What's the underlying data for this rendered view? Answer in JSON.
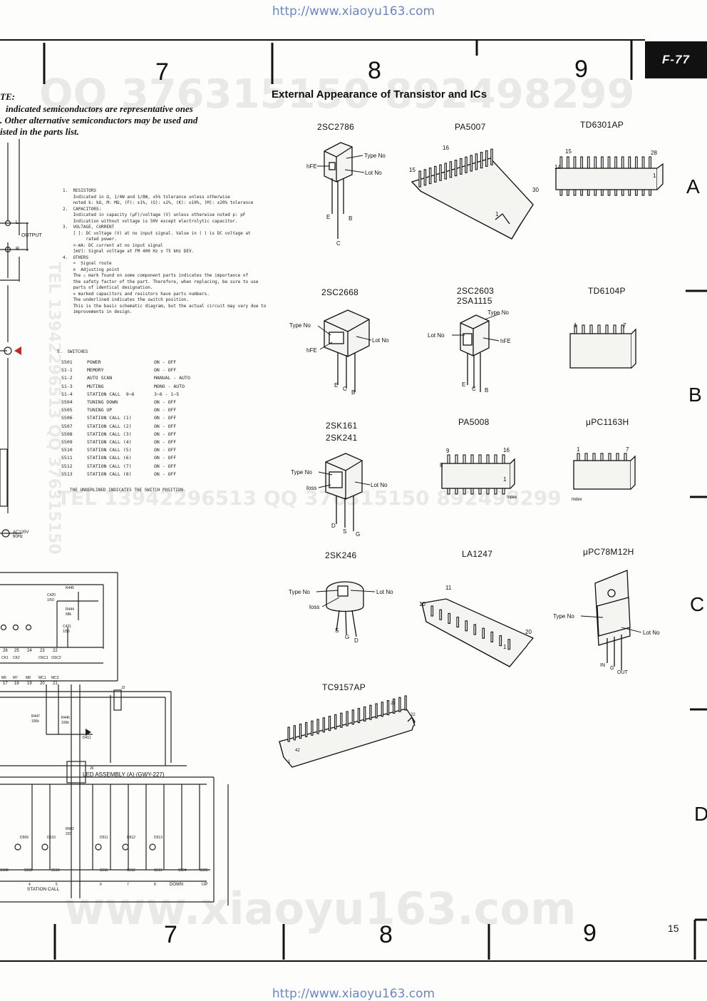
{
  "source_url": "http://www.xiaoyu163.com",
  "page_code": "F-77",
  "page_number": "15",
  "columns": [
    "7",
    "8",
    "9"
  ],
  "rows": [
    "A",
    "B",
    "C",
    "D"
  ],
  "note": {
    "heading": "TE:",
    "lines": [
      "indicated semiconductors are representative ones",
      ". Other alternative semiconductors may be used and",
      "isted in the parts list."
    ]
  },
  "schematic_notes": {
    "items": [
      "1.  RESISTORS",
      "    Indicated in Ω, 1/4W and 1/8W, ±5% tolerance unless otherwise",
      "    noted k: kΩ, M: MΩ, (F): ±1%, (G): ±2%, (K): ±10%, (M): ±20% tolerance",
      "2.  CAPACITORS:",
      "    Indicated in capacity (μF)/voltage (V) unless otherwise noted p: pF",
      "    Indication without voltage is 50V except electrolytic capacitor.",
      "3.  VOLTAGE, CURRENT",
      "    [ ]: DC voltage (V) at no input signal. Value in ( ) is DC voltage at",
      "         rated power.",
      "    <-mA: DC current at no input signal",
      "    [mV]: Signal voltage at FM 400 Hz ± 75 kHz DEV.",
      "4.  OTHERS",
      "    ➡  Signal route",
      "    ⊘  Adjusting point",
      "    The ⚠ mark found on some component parts indicates the importance of",
      "    the safety factor of the part. Therefore, when replacing, be sure to use",
      "    parts of identical designation.",
      "    ✕ marked capacitors and resistors have parts numbers.",
      "    The underlined indicates the switch position.",
      "",
      "    This is the basic schematic diagram, but the actual circuit may vary due to",
      "    improvements in design."
    ],
    "switches_heading": "5.  SWITCHES",
    "switches": [
      [
        "S501",
        "POWER",
        "ON - OFF"
      ],
      [
        "S1-1",
        "MEMORY",
        "ON - OFF"
      ],
      [
        "S1-2",
        "AUTO SCAN",
        "MANUAL - AUTO"
      ],
      [
        "S1-3",
        "MUTING",
        "MONO - AUTO"
      ],
      [
        "S1-4",
        "STATION CALL  9~6",
        "3~6 - 1~5"
      ],
      [
        "S504",
        "TUNING DOWN",
        "ON - OFF"
      ],
      [
        "S505",
        "TUNING UP",
        "ON - OFF"
      ],
      [
        "S506",
        "STATION CALL (1)",
        "ON - OFF"
      ],
      [
        "S507",
        "STATION CALL (2)",
        "ON - OFF"
      ],
      [
        "S508",
        "STATION CALL (3)",
        "ON - OFF"
      ],
      [
        "S509",
        "STATION CALL (4)",
        "ON - OFF"
      ],
      [
        "S510",
        "STATION CALL (5)",
        "ON - OFF"
      ],
      [
        "S511",
        "STATION CALL (6)",
        "ON - OFF"
      ],
      [
        "S512",
        "STATION CALL (7)",
        "ON - OFF"
      ],
      [
        "S513",
        "STATION CALL (8)",
        "ON - OFF"
      ]
    ],
    "underline_note": "THE UNDERLINED INDICATES THE SWITCH POSITION."
  },
  "circuit_labels": {
    "output": "OUTPUT",
    "l": "L",
    "r": "R",
    "ac": "AC120V\n60Hz",
    "led_assembly": "LED ASSEMBLY (A)  (GWY-227)",
    "station_call": "STATION CALL",
    "down": "DOWN",
    "up": "UP",
    "ic_pins_top": [
      "26",
      "25",
      "24",
      "23",
      "22"
    ],
    "ic_pin_names_top": [
      "CK1",
      "CK2",
      "",
      "OSC1",
      "OSC2"
    ],
    "ic_pin_names_bot": [
      "M6",
      "M7",
      "M8",
      "MC1",
      "MC2"
    ],
    "ic_pins_bot": [
      "17",
      "18",
      "19",
      "20",
      "21"
    ],
    "components": [
      "R445",
      "C420\n1/50",
      "R444\n68k",
      "C421\n1/50",
      "R447\n100k",
      "R446\n100k",
      "D411",
      "J3",
      "J6",
      "R602\n220"
    ],
    "leds": [
      "D509",
      "D510",
      "D511",
      "D512",
      "D513"
    ],
    "switch_refs": [
      "S508",
      "S509",
      "S510",
      "S511",
      "S512",
      "S513",
      "S504",
      "S505"
    ],
    "switch_nums": [
      "4",
      "5",
      "6",
      "7",
      "8"
    ]
  },
  "appearance": {
    "title": "External Appearance of Transistor and ICs",
    "parts": [
      {
        "name": "2SC2786",
        "labels": [
          "Type No",
          "hFE",
          "Lot No",
          "E",
          "B",
          "C"
        ]
      },
      {
        "name": "PA5007",
        "labels": [
          "16",
          "15",
          "30",
          "1"
        ]
      },
      {
        "name": "TD6301AP",
        "labels": [
          "15",
          "28",
          "14",
          "1"
        ]
      },
      {
        "name": "2SC2668",
        "labels": [
          "Type No",
          "hFE",
          "Lot No",
          "E",
          "C",
          "B"
        ]
      },
      {
        "name": "2SC2603\n2SA1115",
        "labels": [
          "Type No",
          "Lot No",
          "hFE",
          "E",
          "C",
          "B"
        ]
      },
      {
        "name": "TD6104P",
        "labels": [
          "1",
          "7"
        ]
      },
      {
        "name": "2SK161\n2SK241",
        "labels": [
          "Type No",
          "loss",
          "Lot No",
          "D",
          "S",
          "G"
        ]
      },
      {
        "name": "PA5008",
        "labels": [
          "9",
          "16",
          "8",
          "1",
          "Index"
        ]
      },
      {
        "name": "μPC1163H",
        "labels": [
          "1",
          "7",
          "Index"
        ]
      },
      {
        "name": "2SK246",
        "labels": [
          "Type No",
          "loss",
          "Lot No",
          "S",
          "G",
          "D"
        ]
      },
      {
        "name": "LA1247",
        "labels": [
          "11",
          "10",
          "20",
          "1"
        ]
      },
      {
        "name": "μPC78M12H",
        "labels": [
          "Type No",
          "Lot No",
          "IN",
          "G",
          "OUT"
        ]
      },
      {
        "name": "TC9157AP",
        "labels": [
          "21",
          "22",
          "42",
          "1"
        ]
      }
    ]
  },
  "watermarks": {
    "top": "QQ 376315150   892498299",
    "mid": "TEL 13942296513    QQ 376315150  892498299",
    "bottom": "www.xiaoyu163.com",
    "side": "TEL 13942296513  QQ 376315150"
  }
}
